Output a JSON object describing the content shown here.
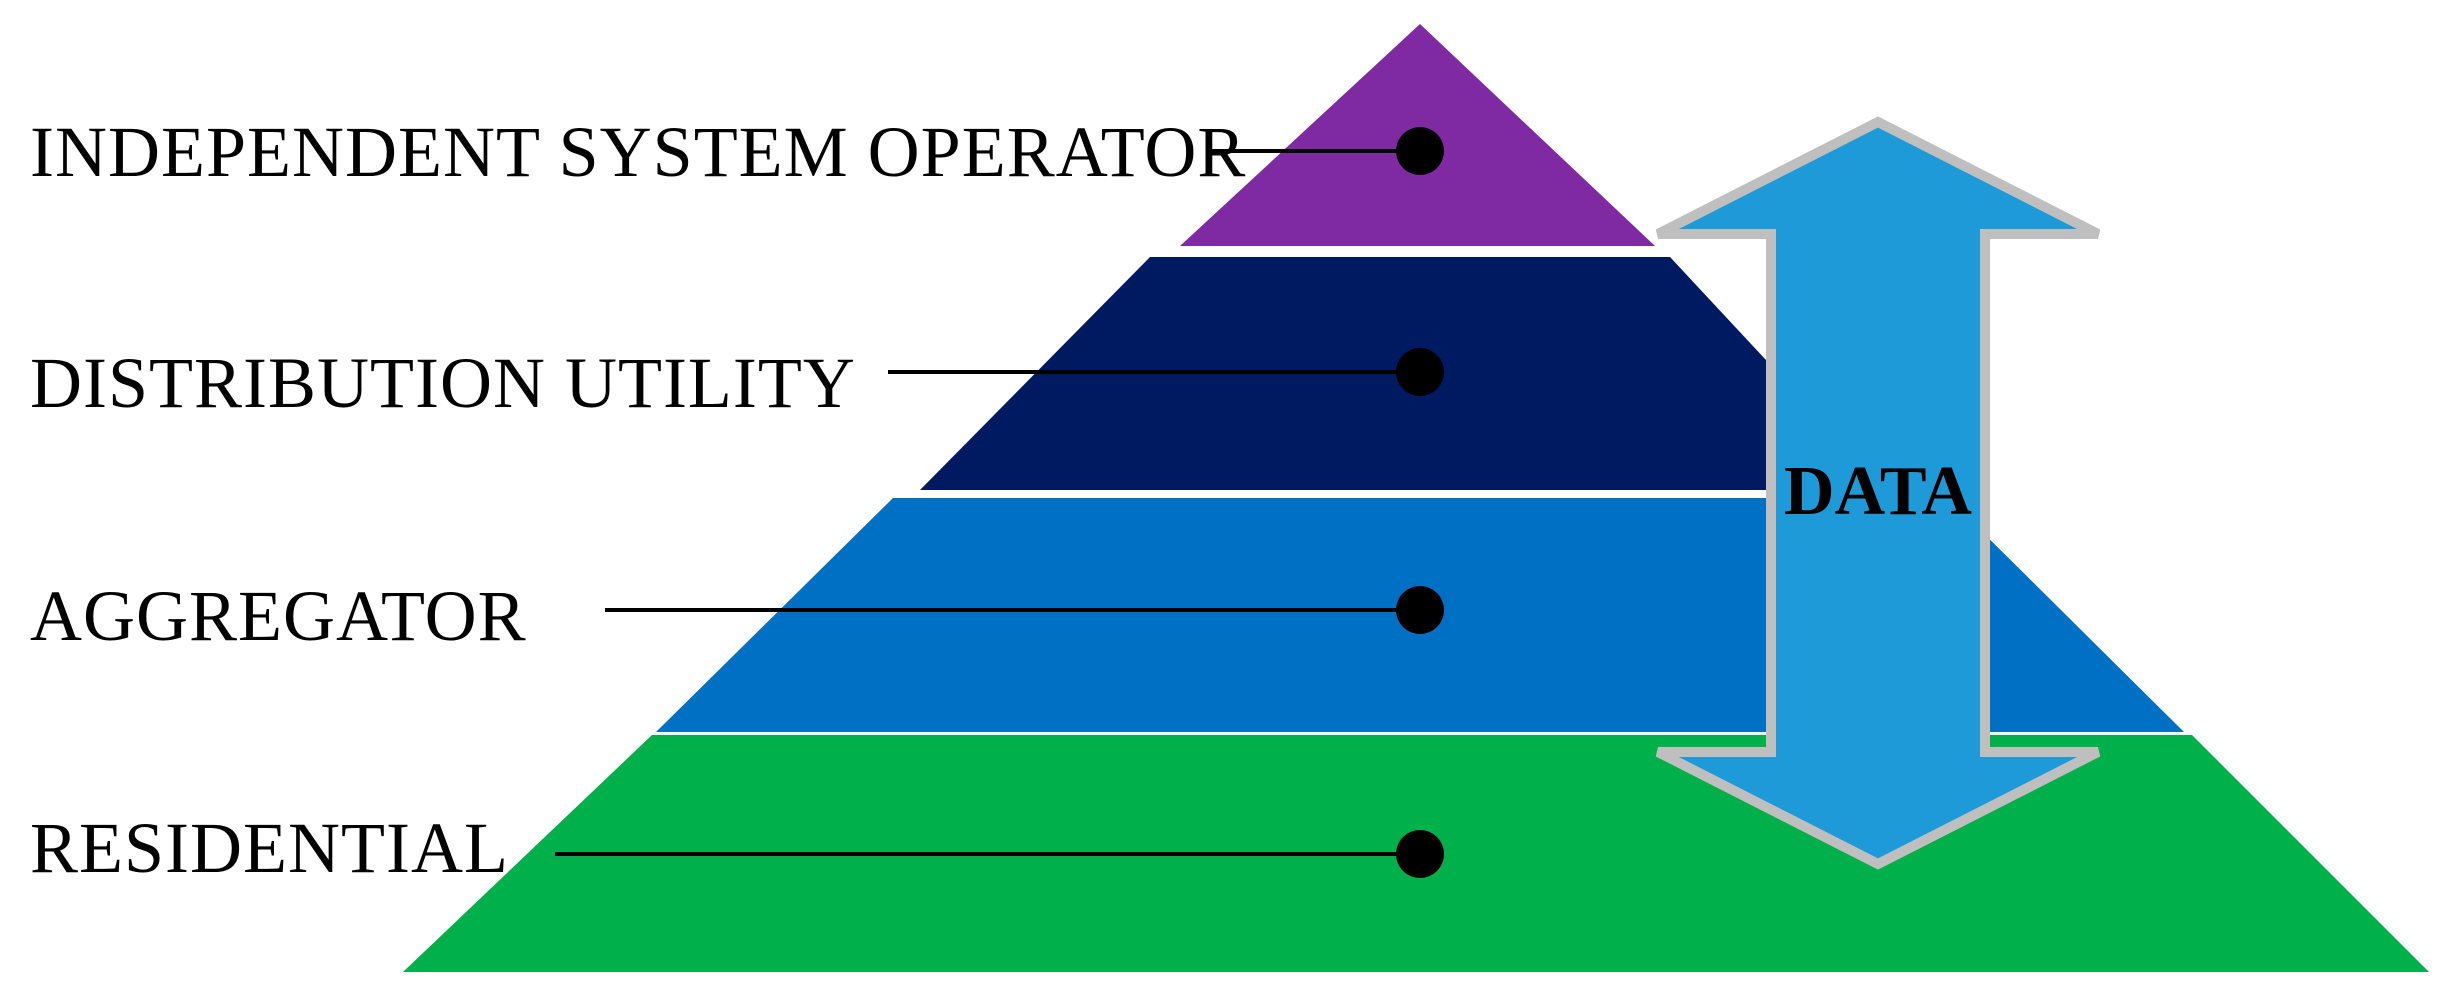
{
  "layers": [
    {
      "label": "INDEPENDENT SYSTEM OPERATOR",
      "color": "#7f2aa2"
    },
    {
      "label": "DISTRIBUTION UTILITY",
      "color": "#001a62"
    },
    {
      "label": "AGGREGATOR",
      "color": "#0070c4"
    },
    {
      "label": "RESIDENTIAL",
      "color": "#00b04a"
    }
  ],
  "arrow": {
    "label": "DATA",
    "fill": "#1e9ad8",
    "outline": "#bfbfbf"
  }
}
